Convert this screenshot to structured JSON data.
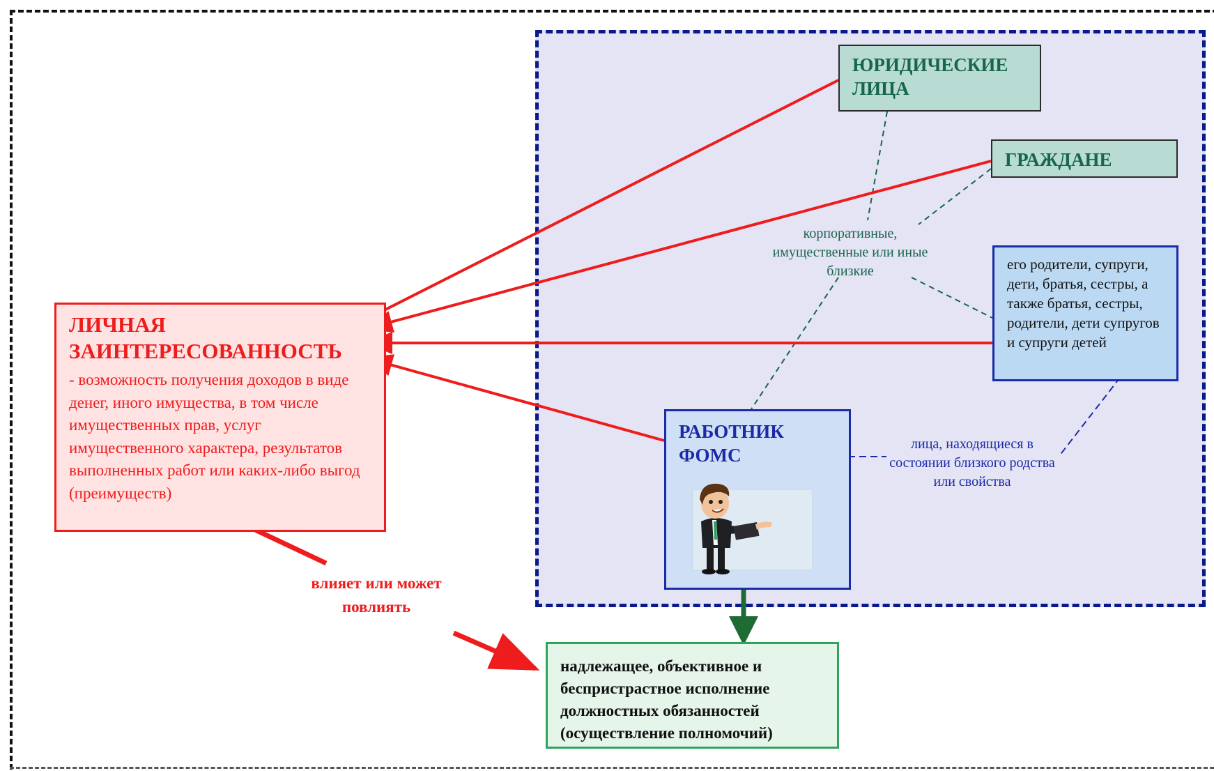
{
  "legal_entities": {
    "label": "ЮРИДИЧЕСКИЕ ЛИЦА"
  },
  "citizens": {
    "label": "ГРАЖДАНЕ"
  },
  "relatives": {
    "text": "его родители, супруги, дети, братья, сестры, а также братья, сестры, родители, дети супругов и супруги детей"
  },
  "personal_interest": {
    "title": "ЛИЧНАЯ ЗАИНТЕРЕСОВАННОСТЬ",
    "description": "- возможность получения доходов в виде денег, иного имущества, в том числе имущественных прав, услуг имущественного характера, результатов выполненных работ или каких-либо выгод (преимуществ)"
  },
  "employee": {
    "label": "РАБОТНИК ФОМС"
  },
  "result": {
    "text": "надлежащее, объективное и беспристрастное исполнение должностных обязанностей (осуществление полномочий)"
  },
  "labels": {
    "close_relations": "корпоративные, имущественные или иные близкие",
    "kinship": "лица, находящиеся в состоянии близкого родства или свойства",
    "influence": "влияет или может повлиять"
  },
  "colors": {
    "red": "#ee1c1c",
    "navy": "#1a2aa8",
    "teal_text": "#17654a",
    "dark_green": "#1f6b34"
  }
}
